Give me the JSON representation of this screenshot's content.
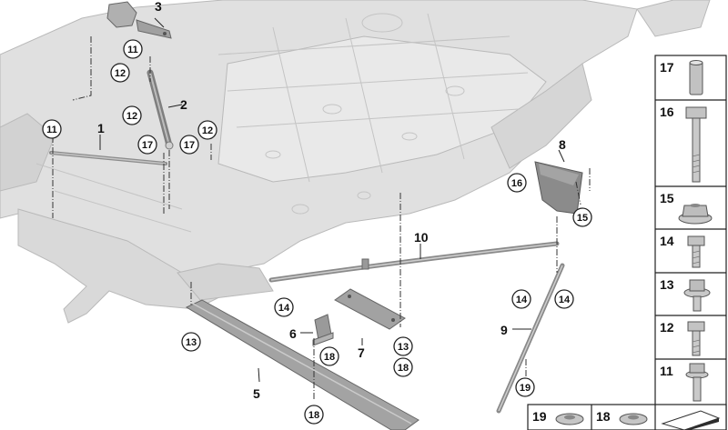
{
  "diagram": {
    "main_labels": [
      {
        "id": "1",
        "text": "1"
      },
      {
        "id": "2",
        "text": "2"
      },
      {
        "id": "3",
        "text": "3"
      },
      {
        "id": "5",
        "text": "5"
      },
      {
        "id": "6",
        "text": "6"
      },
      {
        "id": "7",
        "text": "7"
      },
      {
        "id": "8",
        "text": "8"
      },
      {
        "id": "9",
        "text": "9"
      },
      {
        "id": "10",
        "text": "10"
      }
    ],
    "callouts": [
      {
        "id": "c11a",
        "text": "11"
      },
      {
        "id": "c12a",
        "text": "12"
      },
      {
        "id": "c11b",
        "text": "11"
      },
      {
        "id": "c12b",
        "text": "12"
      },
      {
        "id": "c17a",
        "text": "17"
      },
      {
        "id": "c17b",
        "text": "17"
      },
      {
        "id": "c12c",
        "text": "12"
      },
      {
        "id": "c16",
        "text": "16"
      },
      {
        "id": "c15",
        "text": "15"
      },
      {
        "id": "c14a",
        "text": "14"
      },
      {
        "id": "c14b",
        "text": "14"
      },
      {
        "id": "c14c",
        "text": "14"
      },
      {
        "id": "c13a",
        "text": "13"
      },
      {
        "id": "c18a",
        "text": "18"
      },
      {
        "id": "c13b",
        "text": "13"
      },
      {
        "id": "c18b",
        "text": "18"
      },
      {
        "id": "c18c",
        "text": "18"
      },
      {
        "id": "c19",
        "text": "19"
      }
    ],
    "parts_legend": [
      {
        "number": "17",
        "icon": "sleeve-icon"
      },
      {
        "number": "16",
        "icon": "long-hex-bolt-icon"
      },
      {
        "number": "15",
        "icon": "flange-nut-icon"
      },
      {
        "number": "14",
        "icon": "short-hex-bolt-icon"
      },
      {
        "number": "13",
        "icon": "washer-bolt-icon"
      },
      {
        "number": "12",
        "icon": "hex-bolt-icon"
      },
      {
        "number": "11",
        "icon": "collar-bolt-icon"
      }
    ],
    "parts_bottom": [
      {
        "number": "19",
        "icon": "nut-icon"
      },
      {
        "number": "18",
        "icon": "nut-icon"
      },
      {
        "number": "",
        "icon": "pad-icon"
      }
    ],
    "colors": {
      "frame": "#dcdcdc",
      "frame_line": "#b8b8b8",
      "part": "#a9a9a9",
      "part_dark": "#7d7d7d",
      "bolt": "#c4c4c4"
    }
  }
}
